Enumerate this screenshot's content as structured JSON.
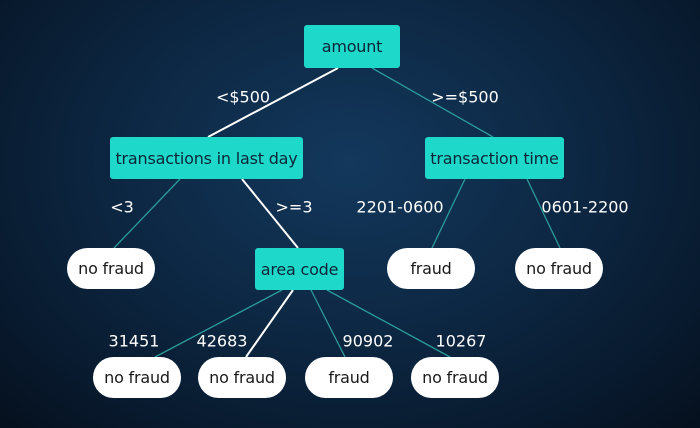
{
  "nodes": {
    "root": "amount",
    "left": "transactions in last day",
    "right": "transaction time",
    "area": "area code",
    "leaf_lt3": "no fraud",
    "leaf_time1": "fraud",
    "leaf_time2": "no fraud",
    "leaf_c1": "no fraud",
    "leaf_c2": "no fraud",
    "leaf_c3": "fraud",
    "leaf_c4": "no fraud"
  },
  "edges": {
    "lt500": "<$500",
    "ge500": ">=$500",
    "lt3": "<3",
    "ge3": ">=3",
    "time1": "2201-0600",
    "time2": "0601-2200",
    "code1": "31451",
    "code2": "42683",
    "code3": "90902",
    "code4": "10267"
  },
  "colors": {
    "decision_fill": "#1ed9c9",
    "leaf_fill": "#ffffff",
    "edge_white": "#ffffff",
    "edge_teal": "#2a9c9a"
  }
}
